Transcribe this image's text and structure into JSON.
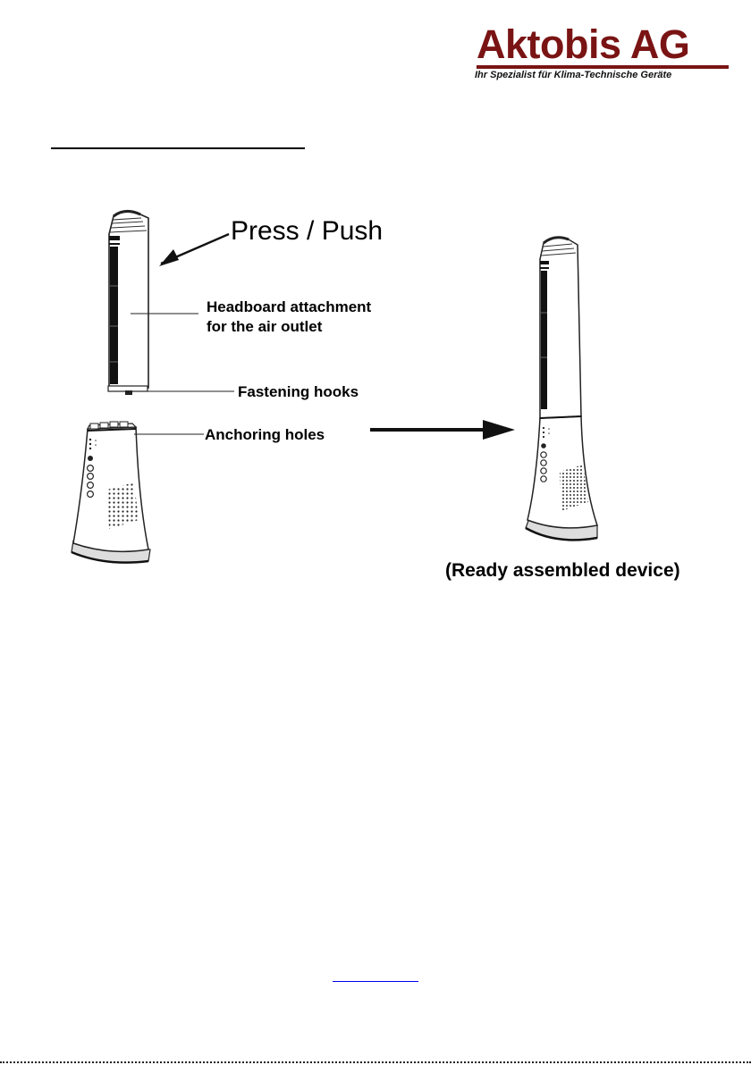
{
  "logo": {
    "name": "Aktobis AG",
    "tagline": "Ihr Spezialist für Klima-Technische Geräte",
    "color": "#7a1414"
  },
  "labels": {
    "press_push": "Press / Push",
    "headboard_line1": "Headboard attachment",
    "headboard_line2": "for the air outlet",
    "fastening_hooks": "Fastening hooks",
    "anchoring_holes": "Anchoring holes",
    "ready_assembled": "(Ready assembled device)"
  },
  "colors": {
    "link": "#0000ee"
  }
}
